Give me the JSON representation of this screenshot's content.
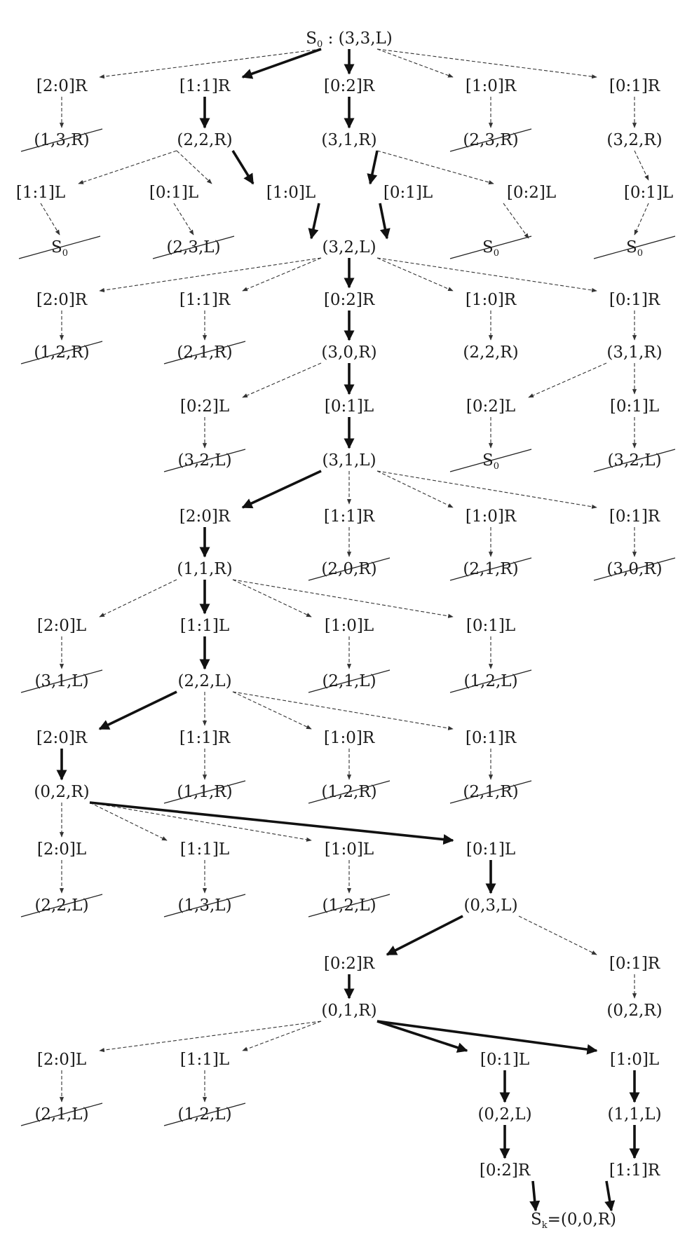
{
  "nodes": [
    {
      "id": "root",
      "type": "state",
      "text": "(3,3,L)",
      "prefix": "S",
      "sub": "0"
    },
    {
      "id": "a1",
      "type": "move",
      "text": "[2:0]R"
    },
    {
      "id": "a2",
      "type": "move",
      "text": "[1:1]R"
    },
    {
      "id": "a3",
      "type": "move",
      "text": "[0:2]R"
    },
    {
      "id": "a4",
      "type": "move",
      "text": "[1:0]R"
    },
    {
      "id": "a5",
      "type": "move",
      "text": "[0:1]R"
    },
    {
      "id": "b1",
      "type": "state",
      "text": "(1,3,R)",
      "crossed": true
    },
    {
      "id": "b2",
      "type": "state",
      "text": "(2,2,R)"
    },
    {
      "id": "b3",
      "type": "state",
      "text": "(3,1,R)"
    },
    {
      "id": "b4",
      "type": "state",
      "text": "(2,3,R)",
      "crossed": true
    },
    {
      "id": "b5",
      "type": "state",
      "text": "(3,2,R)"
    },
    {
      "id": "c1",
      "type": "move",
      "text": "[1:1]L"
    },
    {
      "id": "c2",
      "type": "move",
      "text": "[0:1]L"
    },
    {
      "id": "c3",
      "type": "move",
      "text": "[1:0]L"
    },
    {
      "id": "c4",
      "type": "move",
      "text": "[0:1]L"
    },
    {
      "id": "c5",
      "type": "move",
      "text": "[0:2]L"
    },
    {
      "id": "c6",
      "type": "move",
      "text": "[0:1]L"
    },
    {
      "id": "d1",
      "type": "state",
      "text": "S",
      "sub": "0",
      "crossed": true
    },
    {
      "id": "d2",
      "type": "state",
      "text": "(2,3,L)",
      "crossed": true
    },
    {
      "id": "d3",
      "type": "state",
      "text": "(3,2,L)"
    },
    {
      "id": "d4",
      "type": "state",
      "text": "S",
      "sub": "0",
      "crossed": true
    },
    {
      "id": "d5",
      "type": "state",
      "text": "S",
      "sub": "0",
      "crossed": true
    },
    {
      "id": "e1",
      "type": "move",
      "text": "[2:0]R"
    },
    {
      "id": "e2",
      "type": "move",
      "text": "[1:1]R"
    },
    {
      "id": "e3",
      "type": "move",
      "text": "[0:2]R"
    },
    {
      "id": "e4",
      "type": "move",
      "text": "[1:0]R"
    },
    {
      "id": "e5",
      "type": "move",
      "text": "[0:1]R"
    },
    {
      "id": "f1",
      "type": "state",
      "text": "(1,2,R)",
      "crossed": true
    },
    {
      "id": "f2",
      "type": "state",
      "text": "(2,1,R)",
      "crossed": true
    },
    {
      "id": "f3",
      "type": "state",
      "text": "(3,0,R)"
    },
    {
      "id": "f4",
      "type": "state",
      "text": "(2,2,R)"
    },
    {
      "id": "f5",
      "type": "state",
      "text": "(3,1,R)"
    },
    {
      "id": "g1",
      "type": "move",
      "text": "[0:2]L"
    },
    {
      "id": "g2",
      "type": "move",
      "text": "[0:1]L"
    },
    {
      "id": "g3",
      "type": "move",
      "text": "[0:2]L"
    },
    {
      "id": "g4",
      "type": "move",
      "text": "[0:1]L"
    },
    {
      "id": "h1",
      "type": "state",
      "text": "(3,2,L)",
      "crossed": true
    },
    {
      "id": "h2",
      "type": "state",
      "text": "(3,1,L)"
    },
    {
      "id": "h3",
      "type": "state",
      "text": "S",
      "sub": "0",
      "crossed": true
    },
    {
      "id": "h4",
      "type": "state",
      "text": "(3,2,L)",
      "crossed": true
    },
    {
      "id": "i1",
      "type": "move",
      "text": "[2:0]R"
    },
    {
      "id": "i2",
      "type": "move",
      "text": "[1:1]R"
    },
    {
      "id": "i3",
      "type": "move",
      "text": "[1:0]R"
    },
    {
      "id": "i4",
      "type": "move",
      "text": "[0:1]R"
    },
    {
      "id": "j1",
      "type": "state",
      "text": "(1,1,R)"
    },
    {
      "id": "j2",
      "type": "state",
      "text": "(2,0,R)",
      "crossed": true
    },
    {
      "id": "j3",
      "type": "state",
      "text": "(2,1,R)",
      "crossed": true
    },
    {
      "id": "j4",
      "type": "state",
      "text": "(3,0,R)",
      "crossed": true
    },
    {
      "id": "k1",
      "type": "move",
      "text": "[2:0]L"
    },
    {
      "id": "k2",
      "type": "move",
      "text": "[1:1]L"
    },
    {
      "id": "k3",
      "type": "move",
      "text": "[1:0]L"
    },
    {
      "id": "k4",
      "type": "move",
      "text": "[0:1]L"
    },
    {
      "id": "l1",
      "type": "state",
      "text": "(3,1,L)",
      "crossed": true
    },
    {
      "id": "l2",
      "type": "state",
      "text": "(2,2,L)"
    },
    {
      "id": "l3",
      "type": "state",
      "text": "(2,1,L)",
      "crossed": true
    },
    {
      "id": "l4",
      "type": "state",
      "text": "(1,2,L)",
      "crossed": true
    },
    {
      "id": "m1",
      "type": "move",
      "text": "[2:0]R"
    },
    {
      "id": "m2",
      "type": "move",
      "text": "[1:1]R"
    },
    {
      "id": "m3",
      "type": "move",
      "text": "[1:0]R"
    },
    {
      "id": "m4",
      "type": "move",
      "text": "[0:1]R"
    },
    {
      "id": "n1",
      "type": "state",
      "text": "(0,2,R)"
    },
    {
      "id": "n2",
      "type": "state",
      "text": "(1,1,R)",
      "crossed": true
    },
    {
      "id": "n3",
      "type": "state",
      "text": "(1,2,R)",
      "crossed": true
    },
    {
      "id": "n4",
      "type": "state",
      "text": "(2,1,R)",
      "crossed": true
    },
    {
      "id": "o1",
      "type": "move",
      "text": "[2:0]L"
    },
    {
      "id": "o2",
      "type": "move",
      "text": "[1:1]L"
    },
    {
      "id": "o3",
      "type": "move",
      "text": "[1:0]L"
    },
    {
      "id": "o4",
      "type": "move",
      "text": "[0:1]L"
    },
    {
      "id": "p1",
      "type": "state",
      "text": "(2,2,L)",
      "crossed": true
    },
    {
      "id": "p2",
      "type": "state",
      "text": "(1,3,L)",
      "crossed": true
    },
    {
      "id": "p3",
      "type": "state",
      "text": "(1,2,L)",
      "crossed": true
    },
    {
      "id": "p4",
      "type": "state",
      "text": "(0,3,L)"
    },
    {
      "id": "q1",
      "type": "move",
      "text": "[0:2]R"
    },
    {
      "id": "q2",
      "type": "move",
      "text": "[0:1]R"
    },
    {
      "id": "r1",
      "type": "state",
      "text": "(0,1,R)"
    },
    {
      "id": "r2",
      "type": "state",
      "text": "(0,2,R)"
    },
    {
      "id": "s1",
      "type": "move",
      "text": "[2:0]L"
    },
    {
      "id": "s2",
      "type": "move",
      "text": "[1:1]L"
    },
    {
      "id": "s3",
      "type": "move",
      "text": "[0:1]L"
    },
    {
      "id": "s4",
      "type": "move",
      "text": "[1:0]L"
    },
    {
      "id": "t1",
      "type": "state",
      "text": "(2,1,L)",
      "crossed": true
    },
    {
      "id": "t2",
      "type": "state",
      "text": "(1,2,L)",
      "crossed": true
    },
    {
      "id": "t3",
      "type": "state",
      "text": "(0,2,L)"
    },
    {
      "id": "t4",
      "type": "state",
      "text": "(1,1,L)"
    },
    {
      "id": "u1",
      "type": "move",
      "text": "[0:2]R"
    },
    {
      "id": "u2",
      "type": "move",
      "text": "[1:1]R"
    },
    {
      "id": "goal",
      "type": "state",
      "text": "=(0,0,R)",
      "prefix": "S",
      "sub": "k"
    }
  ],
  "edges": [
    [
      "root",
      "a1",
      0
    ],
    [
      "root",
      "a2",
      1
    ],
    [
      "root",
      "a3",
      1
    ],
    [
      "root",
      "a4",
      0
    ],
    [
      "root",
      "a5",
      0
    ],
    [
      "a1",
      "b1",
      0
    ],
    [
      "a2",
      "b2",
      1
    ],
    [
      "a3",
      "b3",
      1
    ],
    [
      "a4",
      "b4",
      0
    ],
    [
      "a5",
      "b5",
      0
    ],
    [
      "b2",
      "c1",
      0
    ],
    [
      "b2",
      "c2",
      0
    ],
    [
      "b2",
      "c3",
      1
    ],
    [
      "b3",
      "c4",
      1
    ],
    [
      "b3",
      "c5",
      0
    ],
    [
      "b5",
      "c6",
      0
    ],
    [
      "c1",
      "d1",
      0
    ],
    [
      "c2",
      "d2",
      0
    ],
    [
      "c3",
      "d3",
      1
    ],
    [
      "c4",
      "d3",
      1
    ],
    [
      "c5",
      "d4",
      0
    ],
    [
      "c6",
      "d5",
      0
    ],
    [
      "d3",
      "e1",
      0
    ],
    [
      "d3",
      "e2",
      0
    ],
    [
      "d3",
      "e3",
      1
    ],
    [
      "d3",
      "e4",
      0
    ],
    [
      "d3",
      "e5",
      0
    ],
    [
      "e1",
      "f1",
      0
    ],
    [
      "e2",
      "f2",
      0
    ],
    [
      "e3",
      "f3",
      1
    ],
    [
      "e4",
      "f4",
      0
    ],
    [
      "e5",
      "f5",
      0
    ],
    [
      "f3",
      "g1",
      0
    ],
    [
      "f3",
      "g2",
      1
    ],
    [
      "f5",
      "g3",
      0
    ],
    [
      "f5",
      "g4",
      0
    ],
    [
      "g1",
      "h1",
      0
    ],
    [
      "g2",
      "h2",
      1
    ],
    [
      "g3",
      "h3",
      0
    ],
    [
      "g4",
      "h4",
      0
    ],
    [
      "h2",
      "i1",
      1
    ],
    [
      "h2",
      "i2",
      0
    ],
    [
      "h2",
      "i3",
      0
    ],
    [
      "h2",
      "i4",
      0
    ],
    [
      "i1",
      "j1",
      1
    ],
    [
      "i2",
      "j2",
      0
    ],
    [
      "i3",
      "j3",
      0
    ],
    [
      "i4",
      "j4",
      0
    ],
    [
      "j1",
      "k1",
      0
    ],
    [
      "j1",
      "k2",
      1
    ],
    [
      "j1",
      "k3",
      0
    ],
    [
      "j1",
      "k4",
      0
    ],
    [
      "k1",
      "l1",
      0
    ],
    [
      "k2",
      "l2",
      1
    ],
    [
      "k3",
      "l3",
      0
    ],
    [
      "k4",
      "l4",
      0
    ],
    [
      "l2",
      "m1",
      1
    ],
    [
      "l2",
      "m2",
      0
    ],
    [
      "l2",
      "m3",
      0
    ],
    [
      "l2",
      "m4",
      0
    ],
    [
      "m1",
      "n1",
      1
    ],
    [
      "m2",
      "n2",
      0
    ],
    [
      "m3",
      "n3",
      0
    ],
    [
      "m4",
      "n4",
      0
    ],
    [
      "n1",
      "o1",
      0
    ],
    [
      "n1",
      "o2",
      0
    ],
    [
      "n1",
      "o3",
      0
    ],
    [
      "n1",
      "o4",
      1
    ],
    [
      "o1",
      "p1",
      0
    ],
    [
      "o2",
      "p2",
      0
    ],
    [
      "o3",
      "p3",
      0
    ],
    [
      "o4",
      "p4",
      1
    ],
    [
      "p4",
      "q1",
      1
    ],
    [
      "p4",
      "q2",
      0
    ],
    [
      "q1",
      "r1",
      1
    ],
    [
      "q2",
      "r2",
      0
    ],
    [
      "r1",
      "s1",
      0
    ],
    [
      "r1",
      "s2",
      0
    ],
    [
      "r1",
      "s3",
      1
    ],
    [
      "r1",
      "s4",
      1
    ],
    [
      "s1",
      "t1",
      0
    ],
    [
      "s2",
      "t2",
      0
    ],
    [
      "s3",
      "t3",
      1
    ],
    [
      "s4",
      "t4",
      1
    ],
    [
      "t3",
      "u1",
      1
    ],
    [
      "t4",
      "u2",
      1
    ],
    [
      "u1",
      "goal",
      1
    ],
    [
      "u2",
      "goal",
      1
    ]
  ]
}
